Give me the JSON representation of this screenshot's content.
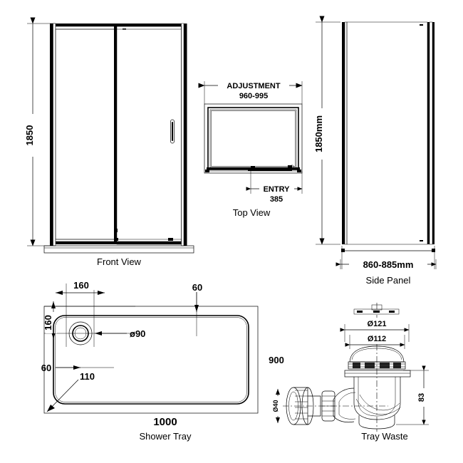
{
  "document": {
    "type": "technical-drawing",
    "subject": "Sliding door shower enclosure, side panel and tray",
    "background_color": "#ffffff",
    "line_color": "#000000"
  },
  "views": {
    "front": {
      "label": "Front View",
      "height_dim": "1850"
    },
    "top": {
      "label": "Top View",
      "adjustment_label": "ADJUSTMENT",
      "adjustment_value": "960-995",
      "entry_label": "ENTRY",
      "entry_value": "385"
    },
    "side": {
      "label": "Side Panel",
      "height_dim": "1850mm",
      "width_dim": "860-885mm"
    },
    "tray": {
      "label": "Shower Tray",
      "width_dim": "1000",
      "depth_dim": "900",
      "waste_x_offset": "160",
      "waste_y_offset": "160",
      "edge_offset_top": "60",
      "edge_offset_left": "60",
      "corner_radius": "110",
      "waste_diameter": "ø90"
    },
    "waste": {
      "label": "Tray Waste",
      "outer_diameter": "Ø121",
      "cap_diameter": "Ø112",
      "body_height": "83",
      "pipe_diameter": "Ø40"
    }
  }
}
